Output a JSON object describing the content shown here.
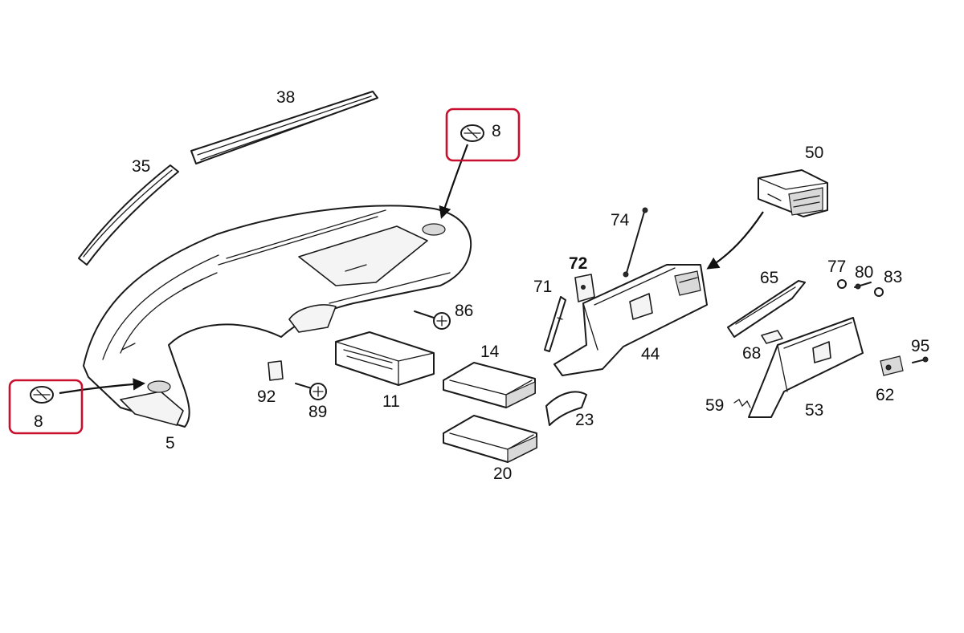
{
  "diagram": {
    "highlight_color": "#c8102e",
    "labels": {
      "p38": "38",
      "p35": "35",
      "p8_top": "8",
      "p8_left": "8",
      "p5": "5",
      "p50": "50",
      "p74": "74",
      "p72": "72",
      "p71": "71",
      "p65": "65",
      "p77": "77",
      "p80": "80",
      "p83": "83",
      "p86": "86",
      "p14": "14",
      "p44": "44",
      "p68": "68",
      "p95": "95",
      "p92": "92",
      "p89": "89",
      "p11": "11",
      "p23": "23",
      "p59": "59",
      "p53": "53",
      "p62": "62",
      "p20": "20"
    }
  }
}
